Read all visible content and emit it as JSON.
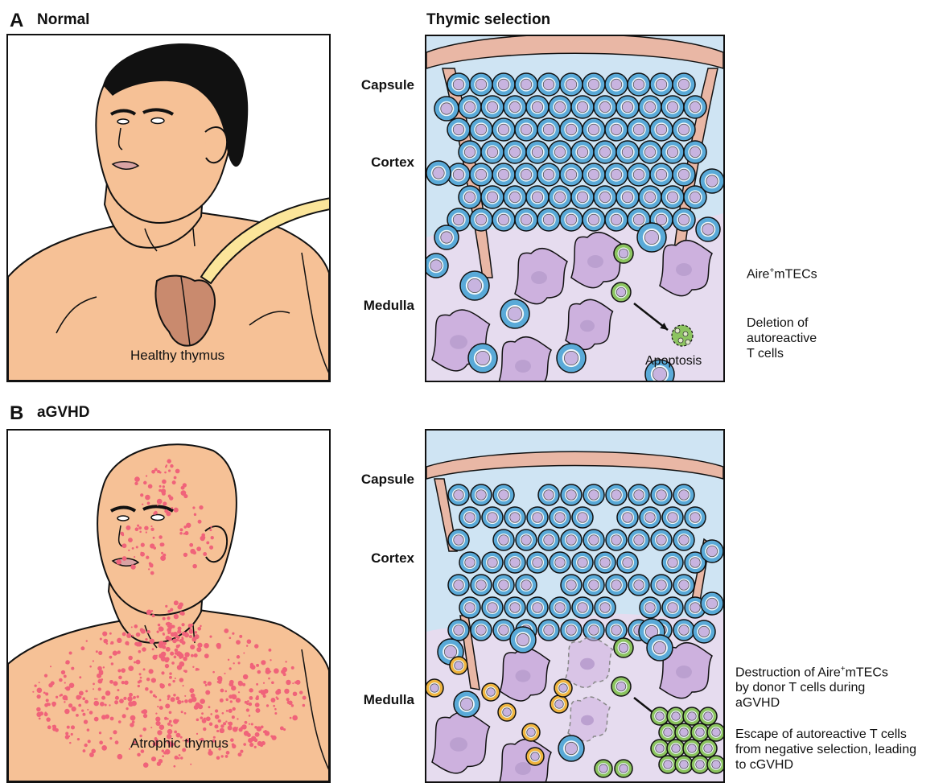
{
  "panel_a": {
    "letter": "A",
    "title": "Normal",
    "thymus_caption": "Healthy thymus"
  },
  "panel_selection": {
    "title": "Thymic selection"
  },
  "regions": {
    "capsule": "Capsule",
    "cortex": "Cortex",
    "medulla": "Medulla"
  },
  "notes_a": {
    "mtec_prefix": "Aire",
    "mtec_sup": "+",
    "mtec_suffix": "mTECs",
    "deletion_line1": "Deletion of",
    "deletion_line2": "autoreactive",
    "deletion_line3": "T cells",
    "apoptosis": "Apoptosis"
  },
  "panel_b": {
    "letter": "B",
    "title": "aGVHD",
    "thymus_caption": "Atrophic thymus"
  },
  "notes_b": {
    "destruction_line1_prefix": "Destruction of Aire",
    "destruction_sup": "+",
    "destruction_line1_suffix": "mTECs",
    "destruction_line2": "by donor T cells during",
    "destruction_line3": "aGVHD",
    "escape_line1": "Escape of autoreactive T cells",
    "escape_line2": "from negative selection, leading",
    "escape_line3": "to cGVHD"
  },
  "colors": {
    "skin": "#f6c196",
    "hair": "#111111",
    "thymus": "#c98a6e",
    "arrow_fill": "#fbe59a",
    "capsule": "#e9b7a5",
    "cortex_bg": "#cfe4f3",
    "medulla_bg": "#e6dcef",
    "t_cell": "#5aaad8",
    "t_cell_nucleus": "#c8b4e0",
    "mtec": "#cdb1de",
    "autoreactive": "#8cc460",
    "donor_t_cell": "#f0b540",
    "rash": "#f0637a"
  }
}
